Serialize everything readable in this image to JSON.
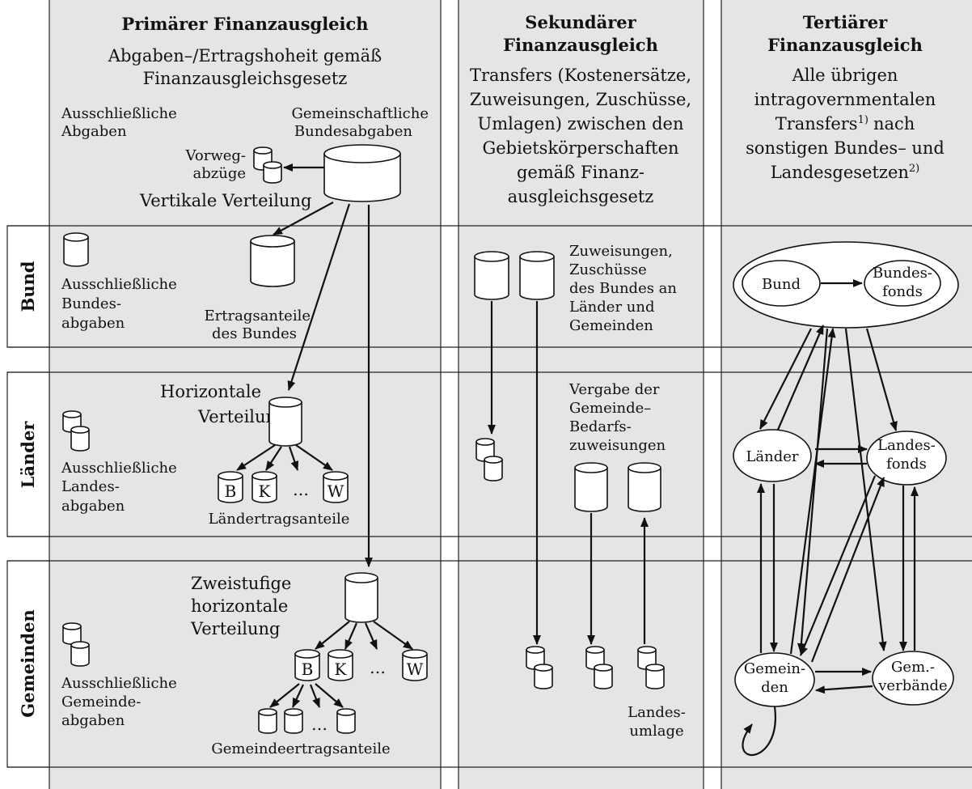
{
  "rows": {
    "bund": "Bund",
    "laender": "Länder",
    "gemeinden": "Gemeinden"
  },
  "primary": {
    "title": "Primärer Finanzausgleich",
    "subtitle_1": "Abgaben–/Ertragshoheit gemäß",
    "subtitle_2": "Finanzausgleichsgesetz",
    "excl_1": "Ausschließliche",
    "excl_2": "Abgaben",
    "joint_1": "Gemeinschaftliche",
    "joint_2": "Bundesabgaben",
    "vorweg_1": "Vorweg-",
    "vorweg_2": "abzüge",
    "vertical": "Vertikale Verteilung",
    "bund_excl": [
      "Ausschließliche",
      "Bundes-",
      "abgaben"
    ],
    "bund_share": [
      "Ertragsanteile",
      "des Bundes"
    ],
    "horiz": [
      "Horizontale",
      "Verteilung"
    ],
    "laender_excl": [
      "Ausschließliche",
      "Landes-",
      "abgaben"
    ],
    "laender_labels": [
      "B",
      "K",
      "…",
      "W"
    ],
    "laender_share": "Ländertragsanteile",
    "zweistufig": [
      "Zweistufige",
      "horizontale",
      "Verteilung"
    ],
    "gem_labels": [
      "B",
      "K",
      "…",
      "W"
    ],
    "gem_dots": "…",
    "gem_excl": [
      "Ausschließliche",
      "Gemeinde-",
      "abgaben"
    ],
    "gem_share": "Gemeindeertragsanteile"
  },
  "secondary": {
    "title_1": "Sekundärer",
    "title_2": "Finanzausgleich",
    "desc": [
      "Transfers (Kostenersätze,",
      "Zuweisungen, Zuschüsse,",
      "Umlagen) zwischen den",
      "Gebietskörperschaften",
      "gemäß Finanz-",
      "ausgleichsgesetz"
    ],
    "bund_text": [
      "Zuweisungen,",
      "Zuschüsse",
      "des Bundes an",
      "Länder und",
      "Gemeinden"
    ],
    "laender_text": [
      "Vergabe der",
      "Gemeinde–",
      "Bedarfs-",
      "zuweisungen"
    ],
    "umlage": [
      "Landes-",
      "umlage"
    ]
  },
  "tertiary": {
    "title_1": "Tertiärer",
    "title_2": "Finanzausgleich",
    "desc": [
      "Alle übrigen",
      "intragovernmentalen",
      "Transfers",
      "nach",
      "sonstigen Bundes– und",
      "Landesgesetzen"
    ],
    "sup_1": "1)",
    "sup_2": "2)",
    "nodes": {
      "bund": "Bund",
      "bundesfonds": [
        "Bundes-",
        "fonds"
      ],
      "laender": "Länder",
      "landesfonds": [
        "Landes-",
        "fonds"
      ],
      "gemeinden": [
        "Gemein-",
        "den"
      ],
      "gemverbaende": [
        "Gem.-",
        "verbände"
      ]
    }
  }
}
